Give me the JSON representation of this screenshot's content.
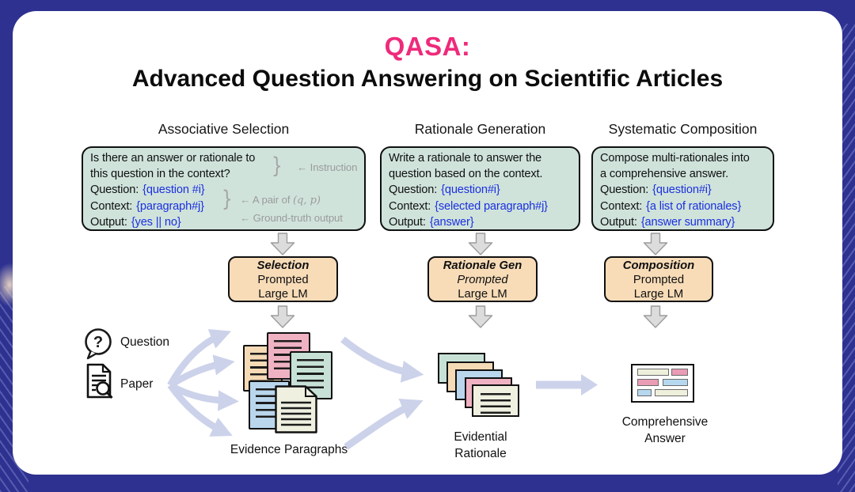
{
  "title": {
    "brand": "QASA:",
    "subtitle": "Advanced Question Answering on Scientific Articles"
  },
  "columns": [
    {
      "header": "Associative Selection",
      "box": {
        "lines": [
          "Is there an answer or rationale to",
          "this question in the context?"
        ],
        "fields": [
          {
            "label": "Question:",
            "value": "{question #i}"
          },
          {
            "label": "Context:",
            "value": "{paragraph#j}"
          },
          {
            "label": "Output:",
            "value": "{yes || no}"
          }
        ]
      },
      "annotations": {
        "brace_glyph": "}",
        "instruction": "← Instruction",
        "pair_prefix": "← A pair of ",
        "pair_math": "(q, p)",
        "ground_truth": "← Ground-truth output"
      },
      "lm": {
        "line1": "Selection",
        "line2": "Prompted",
        "line3": "Large LM"
      }
    },
    {
      "header": "Rationale Generation",
      "box": {
        "lines": [
          "Write a rationale to answer the",
          "question based on the context."
        ],
        "fields": [
          {
            "label": "Question:",
            "value": "{question#i}"
          },
          {
            "label": "Context:",
            "value": "{selected paragraph#j}"
          },
          {
            "label": "Output:",
            "value": "{answer}"
          }
        ]
      },
      "lm": {
        "line1": "Rationale Gen",
        "line2": "Prompted",
        "line3": "Large LM"
      }
    },
    {
      "header": "Systematic Composition",
      "box": {
        "lines": [
          "Compose multi-rationales into",
          "a comprehensive answer."
        ],
        "fields": [
          {
            "label": "Question:",
            "value": "{question#i}"
          },
          {
            "label": "Context:",
            "value": "{a list of rationales}"
          },
          {
            "label": "Output:",
            "value": "{answer summary}"
          }
        ]
      },
      "lm": {
        "line1": "Composition",
        "line2": "Prompted",
        "line3": "Large LM"
      }
    }
  ],
  "legend": {
    "question_label": "Question",
    "question_mark": "?",
    "paper_label": "Paper"
  },
  "outputs": {
    "evidence_label": "Evidence Paragraphs",
    "rationale_label_line1": "Evidential",
    "rationale_label_line2": "Rationale",
    "answer_label_line1": "Comprehensive",
    "answer_label_line2": "Answer"
  },
  "colors": {
    "accent_pink": "#ee2a7b",
    "frame_navy": "#2e3190",
    "prompt_box_green": "#cfe3db",
    "lm_box_orange": "#f8dcb8",
    "slot_text_blue": "#1c2fe0",
    "annotation_gray": "#9b9b9b",
    "block_arrow_gray": "#dcdcdc",
    "arrow_periwinkle": "#ccd2ea",
    "page_pink": "#efb2c3",
    "page_peach": "#f5dab6",
    "page_teal": "#c7e1d6",
    "page_blue": "#b9d6ec",
    "page_cream": "#eff0e0"
  }
}
